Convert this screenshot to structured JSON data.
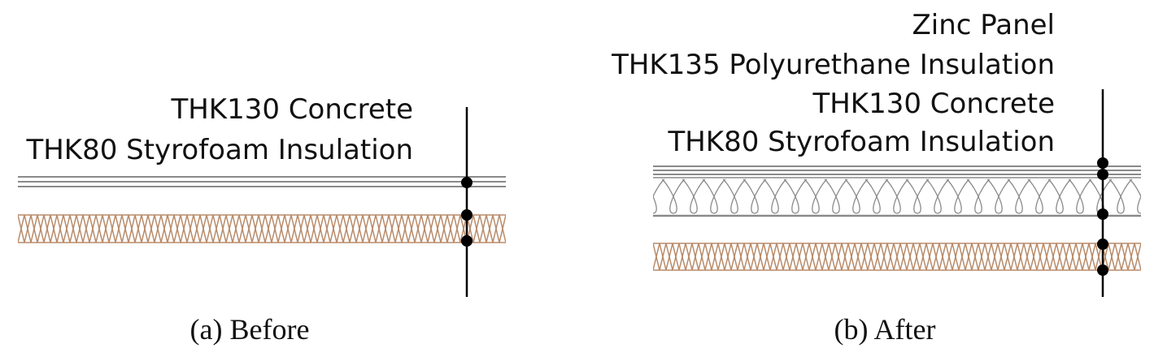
{
  "colors": {
    "background": "#ffffff",
    "concrete_lines": "#8a8a8a",
    "styrofoam": "#b88a68",
    "polyurethane_outline": "#8a8a8a",
    "marker": "#000000"
  },
  "panels": [
    {
      "caption": "(a) Before",
      "labels": [
        "THK130 Concrete",
        "THK80 Styrofoam Insulation"
      ]
    },
    {
      "caption": "(b) After",
      "labels": [
        "Zinc Panel",
        "THK135 Polyurethane Insulation",
        "THK130 Concrete",
        "THK80 Styrofoam Insulation"
      ]
    }
  ]
}
